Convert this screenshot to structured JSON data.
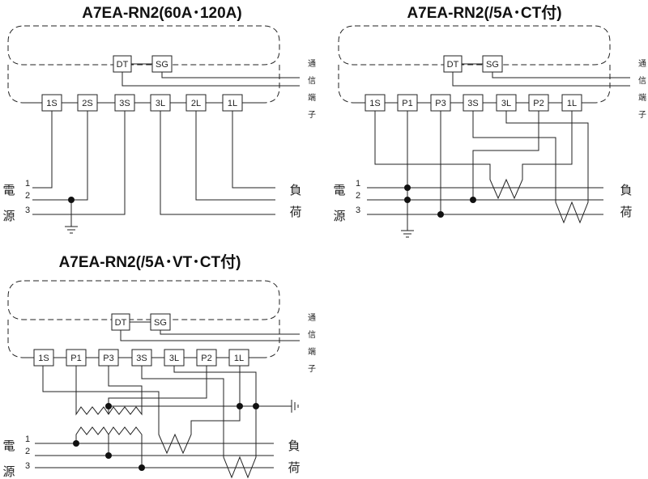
{
  "diagrams": [
    {
      "title": "A7EA-RN2(60A･120A)",
      "terminals": [
        "1S",
        "2S",
        "3S",
        "3L",
        "2L",
        "1L"
      ]
    },
    {
      "title": "A7EA-RN2(/5A･CT付)",
      "terminals": [
        "1S",
        "P1",
        "P3",
        "3S",
        "3L",
        "P2",
        "1L"
      ]
    },
    {
      "title": "A7EA-RN2(/5A･VT･CT付)",
      "terminals": [
        "1S",
        "P1",
        "P3",
        "3S",
        "3L",
        "P2",
        "1L"
      ]
    }
  ],
  "comm": {
    "dt": "DT",
    "sg": "SG",
    "label_chars": [
      "通",
      "信",
      "端",
      "子"
    ]
  },
  "source": {
    "chars": [
      "電",
      "源"
    ],
    "lines": [
      "1",
      "2",
      "3"
    ]
  },
  "load": {
    "chars": [
      "負",
      "荷"
    ]
  }
}
